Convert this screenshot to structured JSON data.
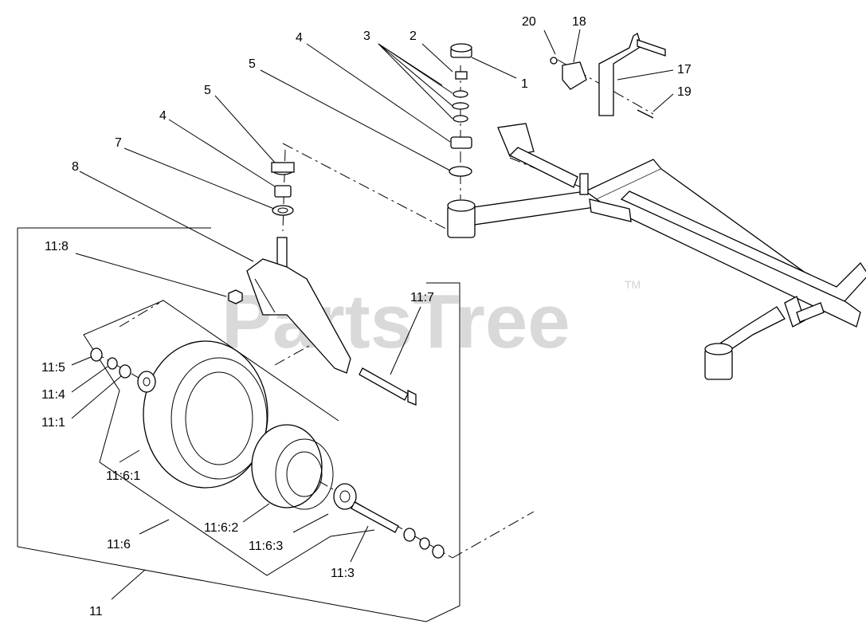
{
  "watermark": {
    "brand": "PartsTree",
    "trademark": "TM"
  },
  "callouts": {
    "c1": "1",
    "c2": "2",
    "c3": "3",
    "c4a": "4",
    "c4b": "4",
    "c5a": "5",
    "c5b": "5",
    "c7": "7",
    "c8": "8",
    "c11": "11",
    "c11_1": "11:1",
    "c11_3": "11:3",
    "c11_4": "11:4",
    "c11_5": "11:5",
    "c11_6": "11:6",
    "c11_6_1": "11:6:1",
    "c11_6_2": "11:6:2",
    "c11_6_3": "11:6:3",
    "c11_7": "11:7",
    "c11_8": "11:8",
    "c17": "17",
    "c18": "18",
    "c19": "19",
    "c20": "20"
  }
}
